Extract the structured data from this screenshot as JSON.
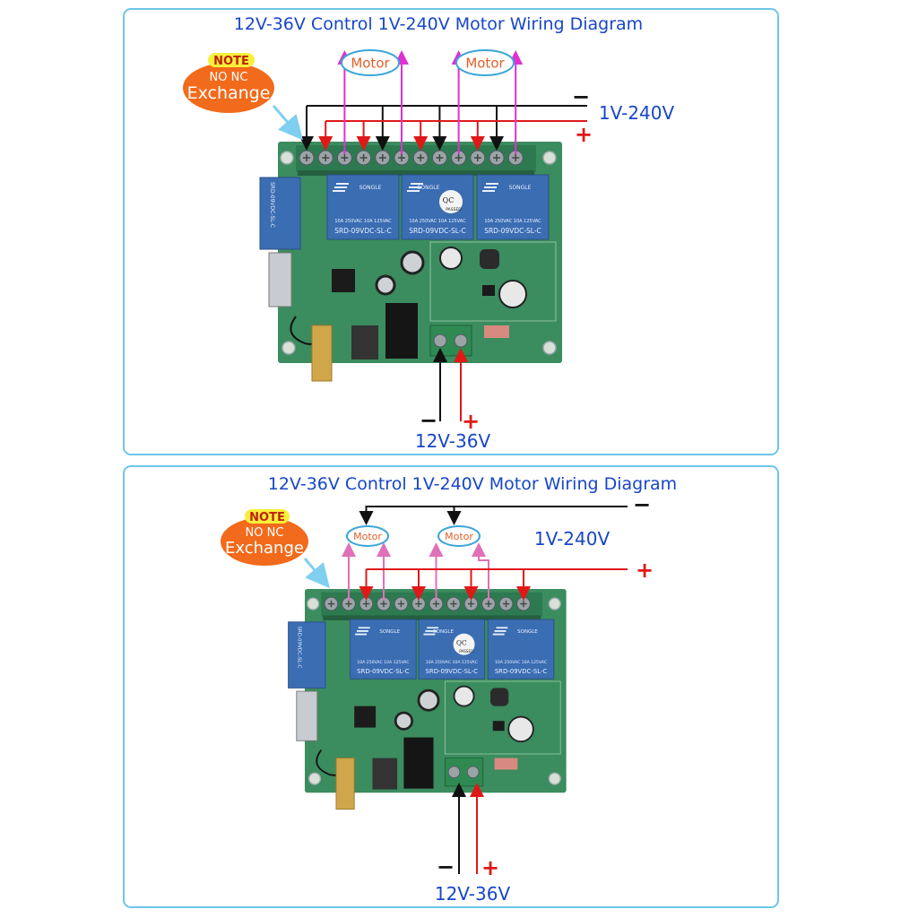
{
  "panels": [
    {
      "title": "12V-36V Control 1V-240V Motor Wiring Diagram",
      "note": {
        "label": "NOTE",
        "line1": "NO  NC",
        "line2": "Exchange"
      },
      "motor_label": "Motor",
      "load_voltage": "1V-240V",
      "control_voltage": "12V-36V",
      "minus": "−",
      "plus": "+"
    },
    {
      "title": "12V-36V Control 1V-240V Motor Wiring Diagram",
      "note": {
        "label": "NOTE",
        "line1": "NO  NC",
        "line2": "Exchange"
      },
      "motor_label": "Motor",
      "load_voltage": "1V-240V",
      "control_voltage": "12V-36V",
      "minus": "−",
      "plus": "+"
    }
  ],
  "board": {
    "relay_brand": "SONGLE",
    "relay_model": "SRD-09VDC-SL-C",
    "relay_rating": "10A 250VAC 10A 125VAC",
    "qc_sticker_1": "QC",
    "qc_sticker_2": "PASSED",
    "terminal_count": 12
  },
  "colors": {
    "frame": "#6cc6ea",
    "title": "#1746c8",
    "pcb": "#3b8c5e",
    "relay": "#3b6db2",
    "negative_wire": "#111111",
    "positive_wire": "#e01818",
    "motor_wire_top": "#e030d0",
    "motor_wire_bottom": "#e070b8",
    "note_bubble": "#f26a1b",
    "note_highlight": "#f6f03a"
  }
}
